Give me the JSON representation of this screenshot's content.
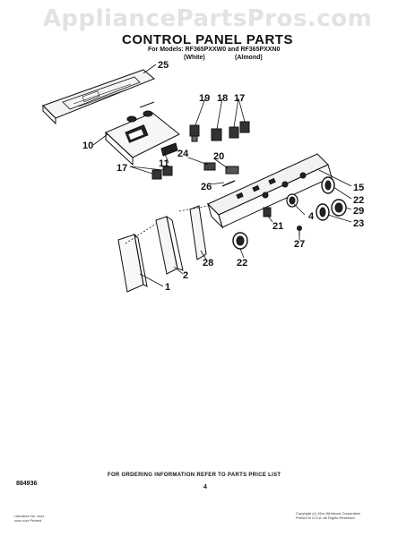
{
  "watermark": "AppliancePartsPros.com",
  "title": "CONTROL PANEL PARTS",
  "subtitle": "For Models: RF365PXXW0 and RF365PXXN0",
  "variant_white": "(White)",
  "variant_almond": "(Almond)",
  "callouts": {
    "c25": "25",
    "c19": "19",
    "c18": "18",
    "c17a": "17",
    "c17b": "17",
    "c10": "10",
    "c11": "11",
    "c24": "24",
    "c20": "20",
    "c26": "26",
    "c15": "15",
    "c22a": "22",
    "c29": "29",
    "c23": "23",
    "c4": "4",
    "c21": "21",
    "c27": "27",
    "c22b": "22",
    "c28": "28",
    "c2": "2",
    "c1": "1"
  },
  "order_note": "FOR ORDERING INFORMATION REFER TO PARTS PRICE LIST",
  "page_number": "4",
  "publication_number": "884936",
  "footer_left": [
    "Literature No. xxxx",
    "xxxx x/xx Printed"
  ],
  "footer_right": [
    "Copyright (c) 19xx Whirlpool Corporation",
    "Printed in U.S.A. All Rights Reserved"
  ]
}
